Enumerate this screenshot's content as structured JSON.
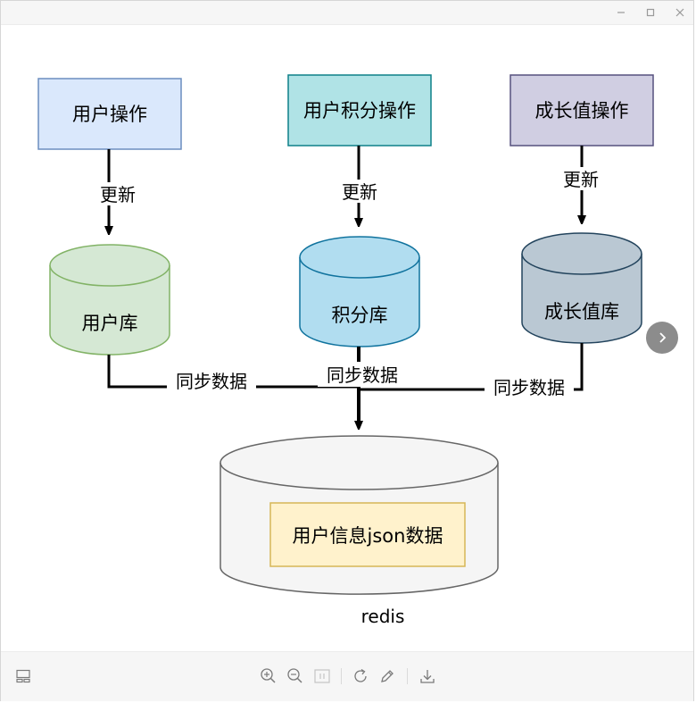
{
  "window": {
    "controls": [
      "minimize-icon",
      "maximize-icon",
      "close-icon"
    ]
  },
  "diagram": {
    "nodes": {
      "user_op": "用户操作",
      "points_op": "用户积分操作",
      "growth_op": "成长值操作",
      "user_db": "用户库",
      "points_db": "积分库",
      "growth_db": "成长值库",
      "json_data": "用户信息json数据",
      "redis": "redis"
    },
    "edges": {
      "update_1": "更新",
      "update_2": "更新",
      "update_3": "更新",
      "sync_1": "同步数据",
      "sync_2": "同步数据",
      "sync_3": "同步数据"
    },
    "colors": {
      "blue_fill": "#dae8fc",
      "blue_stroke": "#6c8ebf",
      "teal_fill": "#b0e3e6",
      "teal_stroke": "#0e8088",
      "purple_fill": "#d0cee2",
      "purple_stroke": "#56517e",
      "green_fill": "#d5e8d4",
      "green_stroke": "#82b366",
      "lightblue_fill": "#b1ddf0",
      "lightblue_stroke": "#10739e",
      "slate_fill": "#bac8d3",
      "slate_stroke": "#23445d",
      "yellow_fill": "#fff2cc",
      "yellow_stroke": "#d6b656",
      "gray_fill": "#f5f5f5",
      "gray_stroke": "#666666"
    }
  },
  "toolbar": {
    "icons": [
      "sidebar-icon",
      "zoom-in-icon",
      "zoom-out-icon",
      "actual-size-icon",
      "rotate-icon",
      "edit-icon",
      "download-icon"
    ]
  },
  "navigation": {
    "next": "chevron-right-icon"
  }
}
